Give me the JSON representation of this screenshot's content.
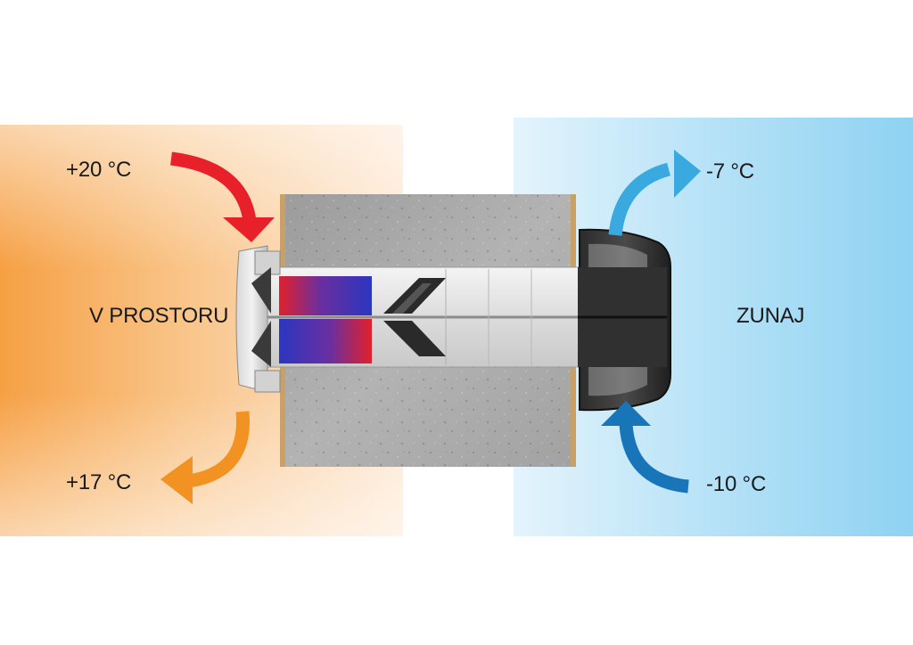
{
  "labels": {
    "inside_room": "V PROSTORU",
    "outside": "ZUNAJ",
    "temp_inside_in": "+20 °C",
    "temp_inside_out": "+17 °C",
    "temp_outside_out": "-7 °C",
    "temp_outside_in": "-10 °C"
  },
  "colors": {
    "warm_zone": "#f7a955",
    "cold_zone": "#9fd8f3",
    "arrow_warm_in": "#e8202a",
    "arrow_warm_out": "#f29223",
    "arrow_cold_out": "#3aa9df",
    "arrow_cold_in": "#1876b8",
    "heat_exchanger_hot": "#e2202c",
    "heat_exchanger_cold": "#2d33b8"
  }
}
